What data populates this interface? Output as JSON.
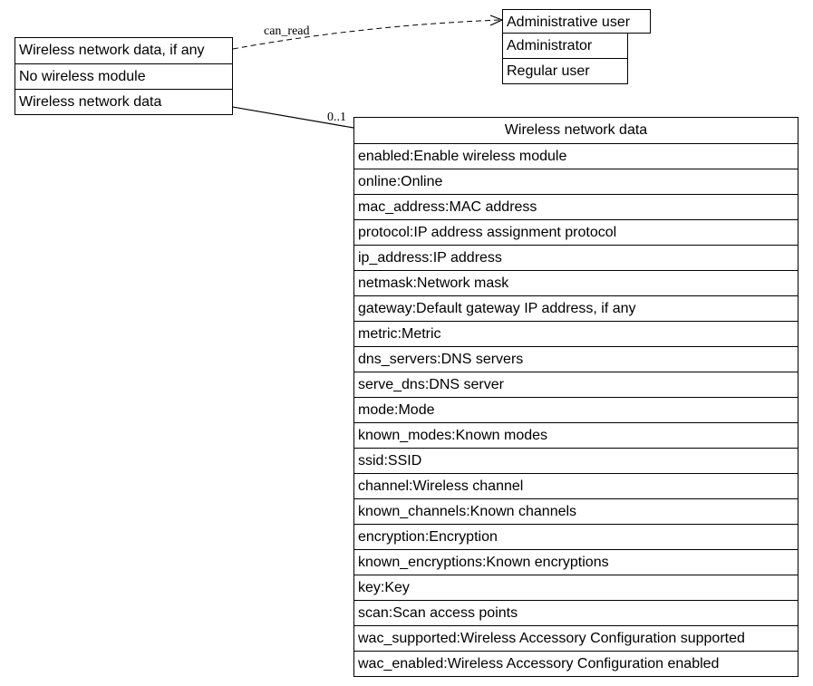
{
  "left_class": {
    "title": "Wireless network data, if any",
    "items": [
      "No wireless module",
      "Wireless network data"
    ]
  },
  "user_class": {
    "title": "Administrative user",
    "items": [
      "Administrator",
      "Regular user"
    ]
  },
  "wireless_class": {
    "title": "Wireless network data",
    "attributes": [
      "enabled:Enable wireless module",
      "online:Online",
      "mac_address:MAC address",
      "protocol:IP address assignment protocol",
      "ip_address:IP address",
      "netmask:Network mask",
      "gateway:Default gateway IP address, if any",
      "metric:Metric",
      "dns_servers:DNS servers",
      "serve_dns:DNS server",
      "mode:Mode",
      "known_modes:Known modes",
      "ssid:SSID",
      "channel:Wireless channel",
      "known_channels:Known channels",
      "encryption:Encryption",
      "known_encryptions:Known encryptions",
      "key:Key",
      "scan:Scan access points",
      "wac_supported:Wireless Accessory Configuration supported",
      "wac_enabled:Wireless Accessory Configuration enabled"
    ]
  },
  "edges": {
    "can_read_label": "can_read",
    "multiplicity_label": "0..1"
  }
}
